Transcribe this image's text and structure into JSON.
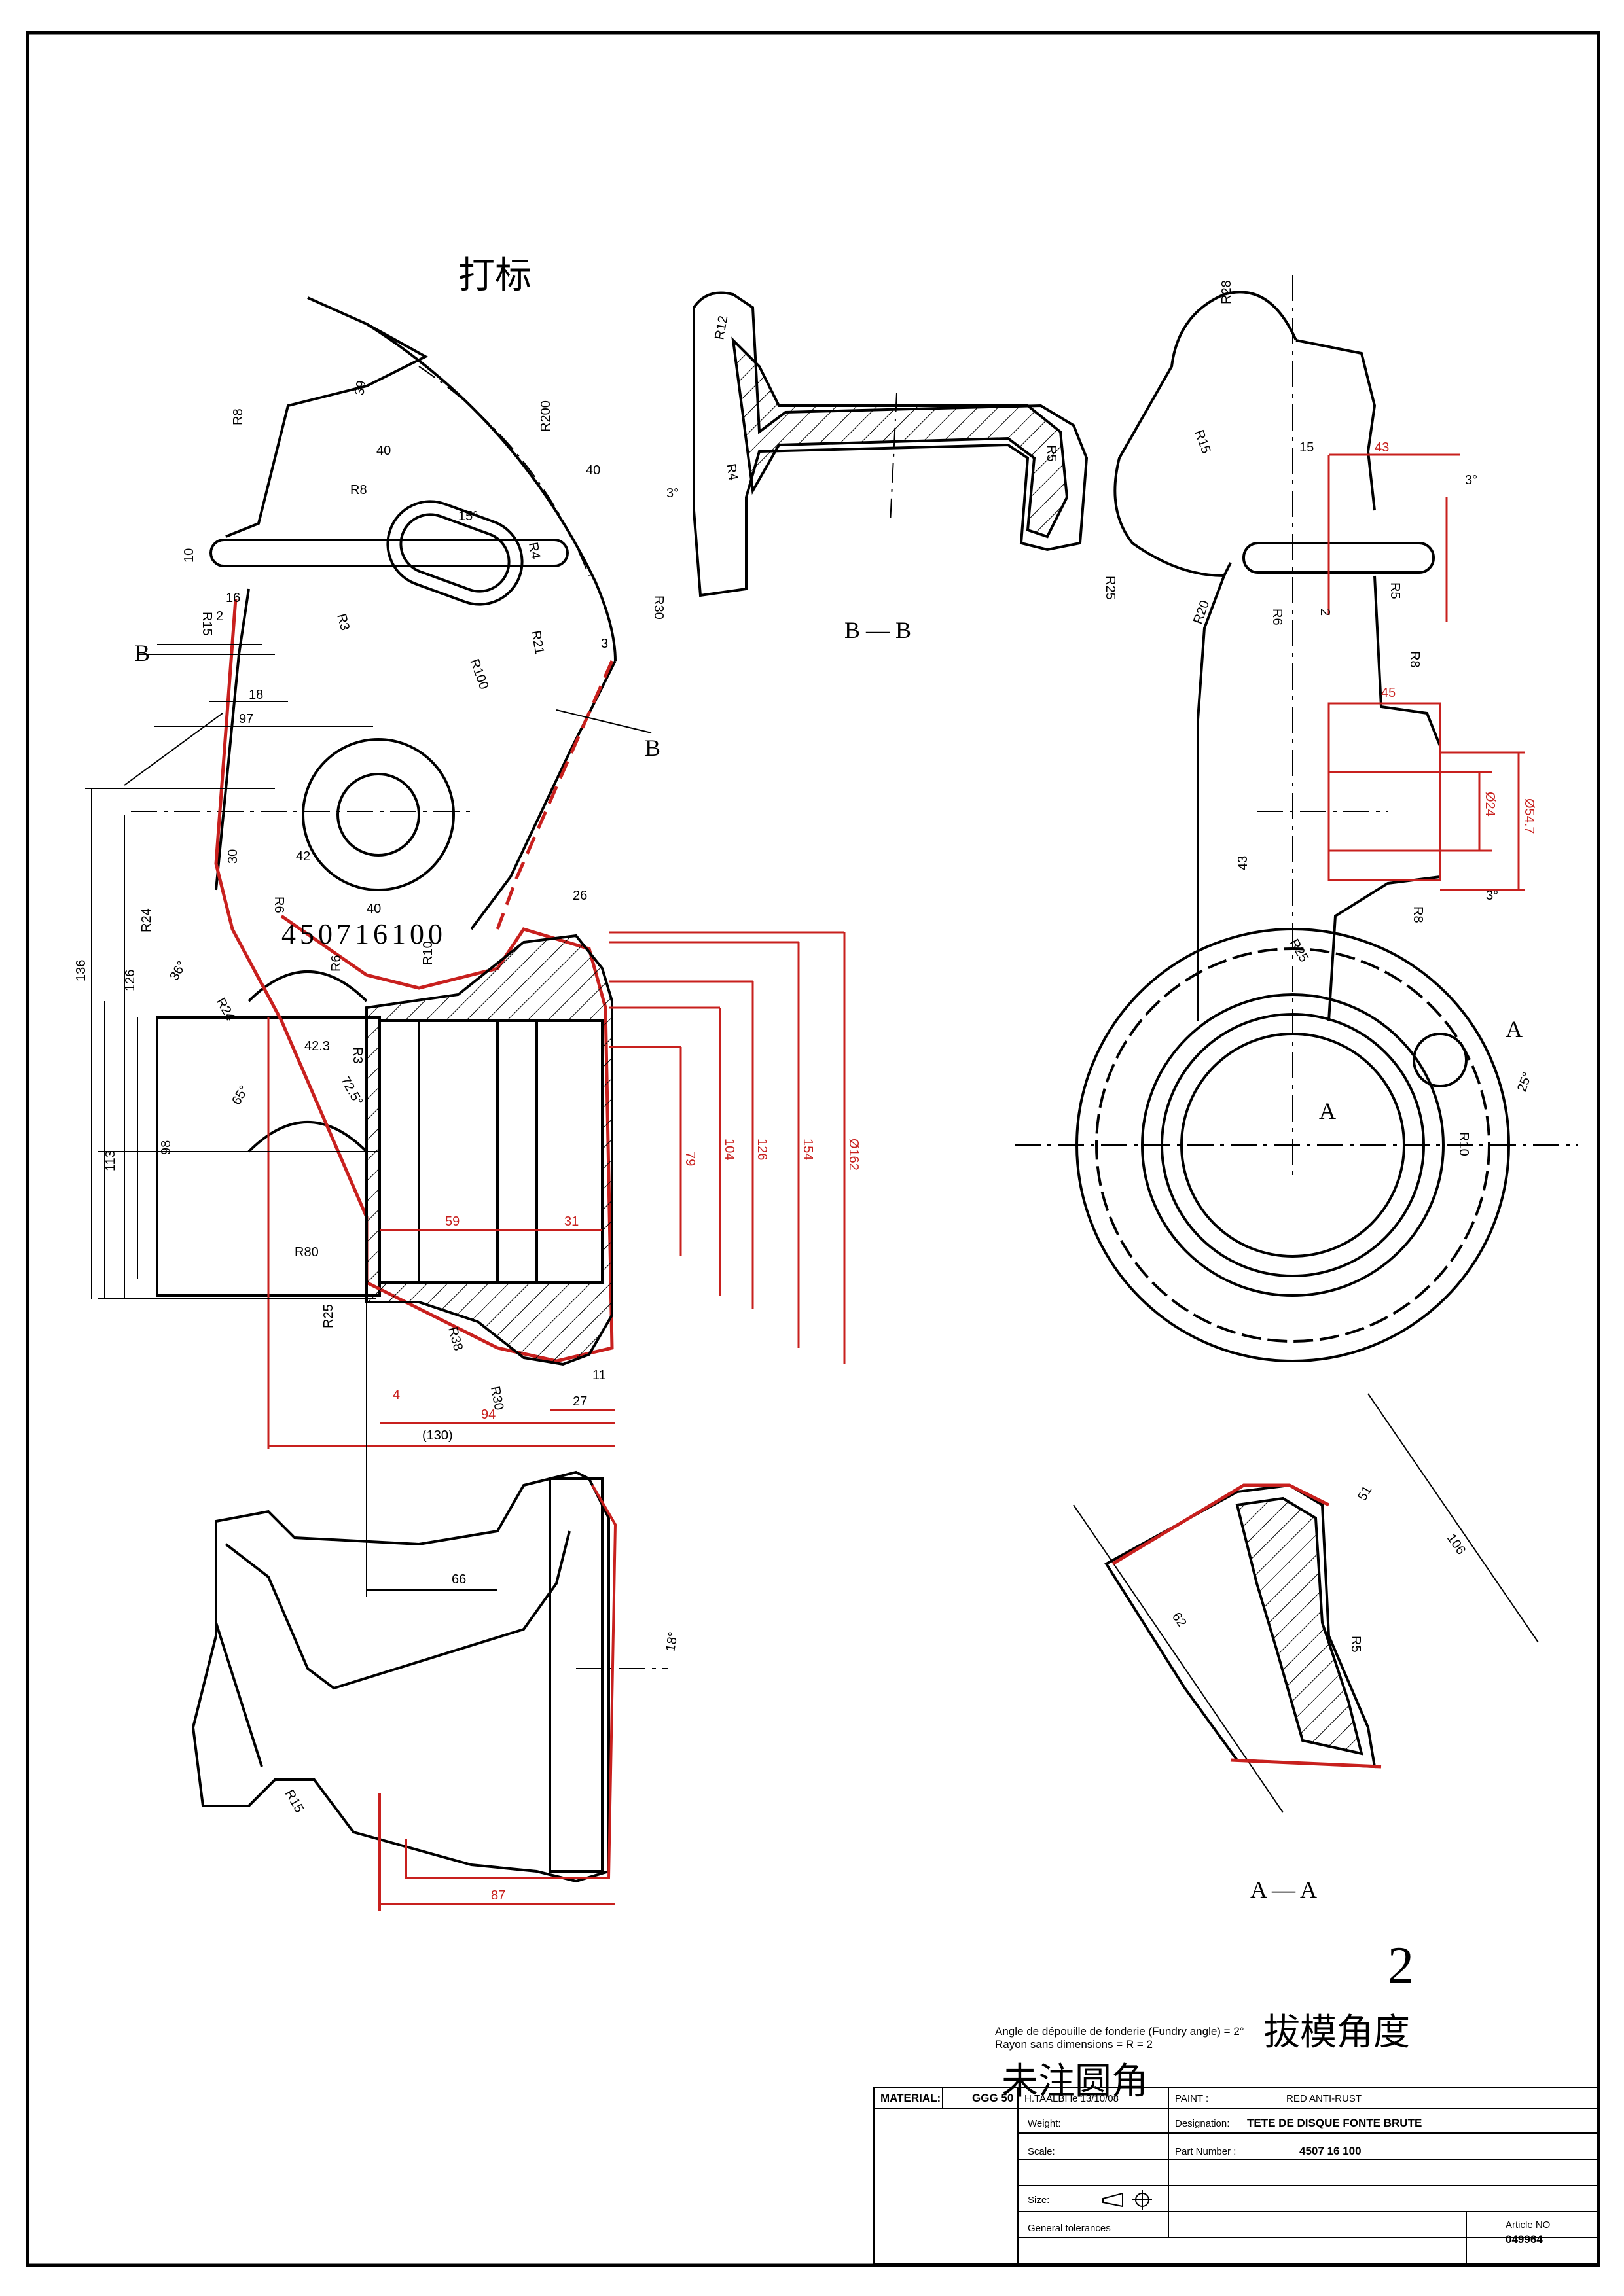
{
  "colors": {
    "outline": "#000000",
    "dimension_red": "#c8201e",
    "hatch": "#000000"
  },
  "annotations": {
    "marking": "打标",
    "part_engraving": "450716100",
    "section_bb": "B — B",
    "section_aa": "A — A",
    "cut_b": "B",
    "cut_a": "A",
    "sheet_index": "2",
    "draft_angle_note": "拔模角度",
    "unspecified_fillet_note": "未注圆角",
    "foundry_angle_text": "Angle de dépouille de fonderie (Fundry angle) = 2°",
    "default_radius_text": "Rayon sans dimensions = R = 2"
  },
  "dimensions": {
    "main_view": [
      "R8",
      "39",
      "R200",
      "40",
      "40",
      "R8",
      "15°",
      "R4",
      "R30",
      "R3",
      "R21",
      "R100",
      "3",
      "10",
      "R15",
      "16",
      "2",
      "18",
      "97",
      "30",
      "42",
      "R6",
      "R24",
      "40",
      "R10",
      "R6",
      "R24",
      "136",
      "126",
      "36°",
      "42.3",
      "R3",
      "72.5°",
      "65°",
      "113",
      "98",
      "R80",
      "R25",
      "R38",
      "R30",
      "26",
      "79",
      "104",
      "126",
      "154",
      "Ø162",
      "59",
      "31",
      "11",
      "27",
      "94",
      "(130)",
      "4"
    ],
    "section_bb": [
      "R12",
      "R4",
      "R5",
      "3°"
    ],
    "side_view": [
      "R28",
      "R15",
      "15",
      "43",
      "3°",
      "R5",
      "R25",
      "R20",
      "R6",
      "2",
      "R8",
      "45",
      "Ø24",
      "Ø54.7",
      "43",
      "R8",
      "3°",
      "R25",
      "R10",
      "25°",
      "A"
    ],
    "bottom_view": [
      "66",
      "18°",
      "R15",
      "87"
    ],
    "section_aa": [
      "51",
      "106",
      "R5",
      "62"
    ]
  },
  "title_block": {
    "material_label": "MATERIAL:",
    "material_value": "GGG 50",
    "author": "H.TAALBI le 13/10/08",
    "paint_label": "PAINT :",
    "paint_value": "RED ANTI-RUST",
    "weight_label": "Weight:",
    "designation_label": "Designation:",
    "designation_value": "TETE DE DISQUE FONTE BRUTE",
    "scale_label": "Scale:",
    "part_number_label": "Part Number :",
    "part_number_value": "4507 16 100",
    "size_label": "Size:",
    "tolerances_label": "General tolerances",
    "article_label": "Article NO",
    "article_value": "049964"
  }
}
